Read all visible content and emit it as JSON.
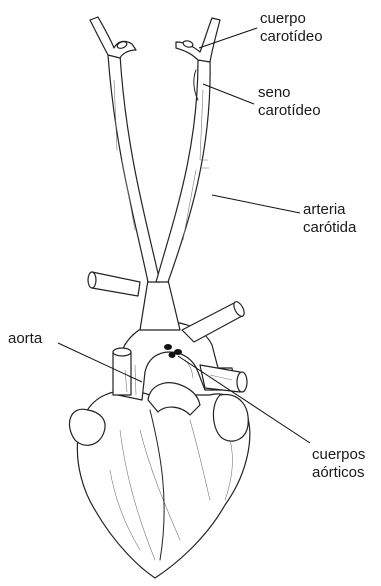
{
  "labels": {
    "cuerpo_carotideo": [
      "cuerpo",
      "carotídeo"
    ],
    "seno_carotideo": [
      "seno",
      "carotídeo"
    ],
    "arteria_carotida": [
      "arteria",
      "carótida"
    ],
    "aorta": "aorta",
    "cuerpos_aorticos": [
      "cuerpos",
      "aórticos"
    ]
  },
  "icons": {
    "carotid-body-cluster": "small ovoid cluster at bifurcation",
    "aortic-bodies-cluster": "three small dark ovoids above aortic arch"
  },
  "colors": {
    "ink": "#1a1a1a",
    "background": "#ffffff"
  }
}
